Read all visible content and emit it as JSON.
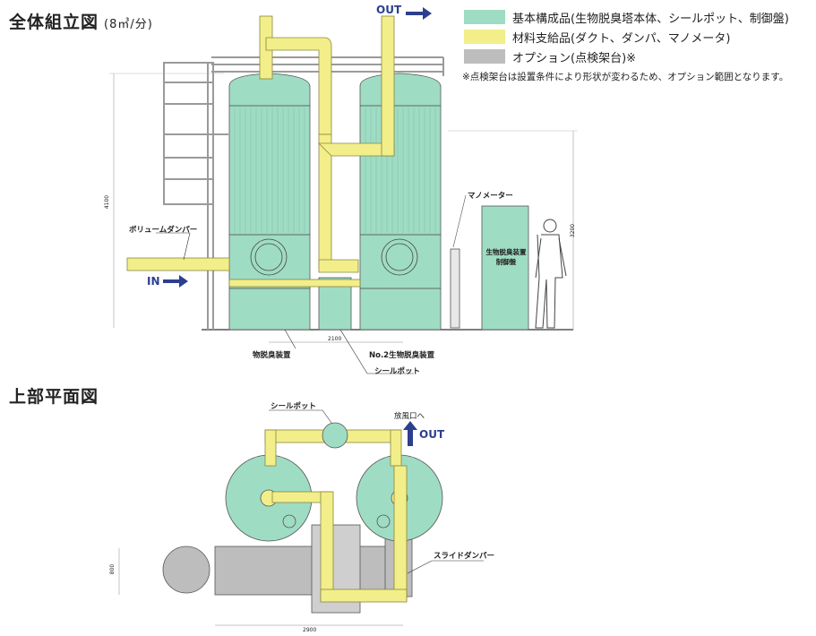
{
  "elevation": {
    "title": "全体組立図",
    "subtitle": "(8㎥/分)",
    "out_label": "OUT",
    "in_label": "IN",
    "labels": {
      "volume_damper": "ボリュームダンパー",
      "manometer": "マノメーター",
      "control_panel_line1": "生物脱臭装置",
      "control_panel_line2": "制御盤",
      "unit1": "物脱臭装置",
      "unit2": "No.2生物脱臭装置",
      "seal_pot": "シールポット"
    },
    "dimensions": {
      "height_total": "4100",
      "height_panel": "3200",
      "width_gap": "2100"
    }
  },
  "plan": {
    "title": "上部平面図",
    "labels": {
      "seal_pot": "シールポット",
      "exhaust": "放風口へ",
      "out": "OUT",
      "slide_damper": "スライドダンパー"
    },
    "dimensions": {
      "width": "2900",
      "depth": "800"
    }
  },
  "legend": {
    "items": [
      {
        "label": "基本構成品(生物脱臭塔本体、シールポット、制御盤)",
        "color": "#9fdcc4"
      },
      {
        "label": "材料支給品(ダクト、ダンパ、マノメータ)",
        "color": "#f2ee8a"
      },
      {
        "label": "オプション(点検架台)※",
        "color": "#bdbdbd"
      }
    ],
    "note": "※点検架台は設置条件により形状が変わるため、オプション範囲となります。"
  },
  "colors": {
    "green": "#9fdcc4",
    "yellow": "#f2ee8a",
    "gray": "#bdbdbd",
    "arrow": "#2c3f8f"
  }
}
